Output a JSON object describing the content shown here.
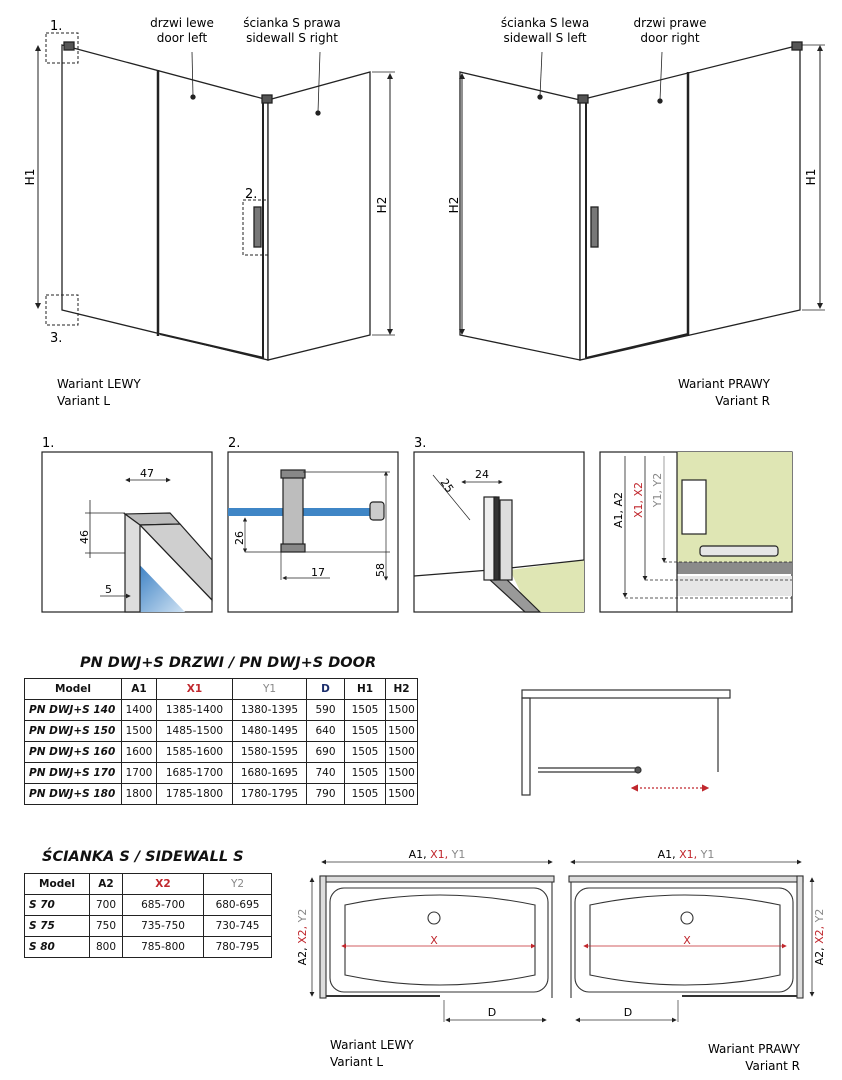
{
  "top_left": {
    "callouts": [
      "1.",
      "2.",
      "3."
    ],
    "door_label": [
      "drzwi lewe",
      "door left"
    ],
    "sidewall_label": [
      "ścianka S prawa",
      "sidewall S right"
    ],
    "dim_h1": "H1",
    "dim_h2": "H2",
    "variant": [
      "Wariant LEWY",
      "Variant L"
    ]
  },
  "top_right": {
    "sidewall_label": [
      "ścianka S lewa",
      "sidewall S left"
    ],
    "door_label": [
      "drzwi prawe",
      "door right"
    ],
    "dim_h1": "H1",
    "dim_h2": "H2",
    "variant": [
      "Wariant PRAWY",
      "Variant R"
    ]
  },
  "details": {
    "d1": {
      "label": "1.",
      "dims": [
        "47",
        "46",
        "5"
      ]
    },
    "d2": {
      "label": "2.",
      "dims": [
        "26",
        "17",
        "58"
      ]
    },
    "d3": {
      "label": "3.",
      "dims": [
        "25",
        "24"
      ]
    },
    "d4": {
      "dims": [
        "A1, A2",
        "X1, X2",
        "Y1, Y2"
      ]
    }
  },
  "door_table": {
    "title": "PN DWJ+S DRZWI / PN DWJ+S DOOR",
    "headers": [
      "Model",
      "A1",
      "X1",
      "Y1",
      "D",
      "H1",
      "H2"
    ],
    "rows": [
      [
        "PN DWJ+S 140",
        "1400",
        "1385-1400",
        "1380-1395",
        "590",
        "1505",
        "1500"
      ],
      [
        "PN DWJ+S 150",
        "1500",
        "1485-1500",
        "1480-1495",
        "640",
        "1505",
        "1500"
      ],
      [
        "PN DWJ+S 160",
        "1600",
        "1585-1600",
        "1580-1595",
        "690",
        "1505",
        "1500"
      ],
      [
        "PN DWJ+S 170",
        "1700",
        "1685-1700",
        "1680-1695",
        "740",
        "1505",
        "1500"
      ],
      [
        "PN DWJ+S 180",
        "1800",
        "1785-1800",
        "1780-1795",
        "790",
        "1505",
        "1500"
      ]
    ]
  },
  "sidewall_table": {
    "title": "ŚCIANKA S / SIDEWALL S",
    "headers": [
      "Model",
      "A2",
      "X2",
      "Y2"
    ],
    "rows": [
      [
        "S 70",
        "700",
        "685-700",
        "680-695"
      ],
      [
        "S 75",
        "750",
        "735-750",
        "730-745"
      ],
      [
        "S 80",
        "800",
        "785-800",
        "780-795"
      ]
    ]
  },
  "plans": {
    "width_label": {
      "a": "A1,",
      "x": "X1,",
      "y": "Y1"
    },
    "depth_label": {
      "a": "A2,",
      "x": "X2,",
      "y": "Y2"
    },
    "center_label": "X",
    "door_label": "D",
    "left_variant": [
      "Wariant LEWY",
      "Variant L"
    ],
    "right_variant": [
      "Wariant PRAWY",
      "Variant R"
    ]
  },
  "colors": {
    "red": "#c0272d",
    "grey": "#888888",
    "glass": "#3f86c6",
    "wall": "#dfe6b4"
  }
}
